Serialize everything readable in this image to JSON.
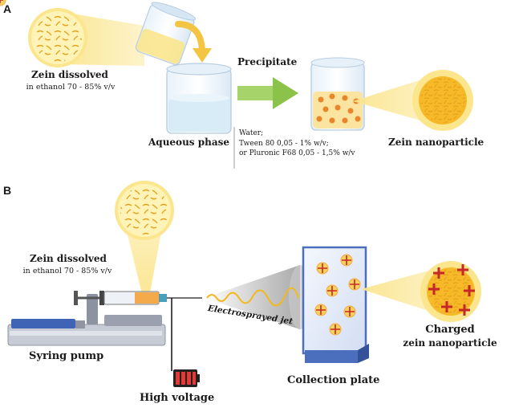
{
  "panel_a": {
    "label": "A",
    "zein_dissolved_title": "Zein dissolved",
    "zein_dissolved_sub": "in ethanol 70 - 85% v/v",
    "precipitate": "Precipitate",
    "aqueous_phase": "Aqueous phase",
    "aqueous_details": [
      "Water;",
      "Tween 80 0,05 - 1% w/v;",
      "or Pluronic F68  0,05 - 1,5% w/v"
    ],
    "zein_nanoparticle": "Zein nanoparticle"
  },
  "panel_b": {
    "label": "B",
    "zein_dissolved_title": "Zein dissolved",
    "zein_dissolved_sub": "in ethanol 70 - 85% v/v",
    "syringe_pump": "Syring pump",
    "high_voltage": "High voltage",
    "electrosprayed_jet": "Electrosprayed jet",
    "collection_plate": "Collection plate",
    "charged_line1": "Charged",
    "charged_line2": "zein nanoparticle"
  },
  "colors": {
    "glow_yellow": "#fbe58d",
    "fiber_orange": "#e6a11d",
    "water_blue": "#d8ecf8",
    "arrow_green": "#8bc34a",
    "particle_orange": "#e8862a",
    "plate_blue": "#5b7ec9",
    "plus_red": "#c62828",
    "battery_red": "#e53935"
  }
}
